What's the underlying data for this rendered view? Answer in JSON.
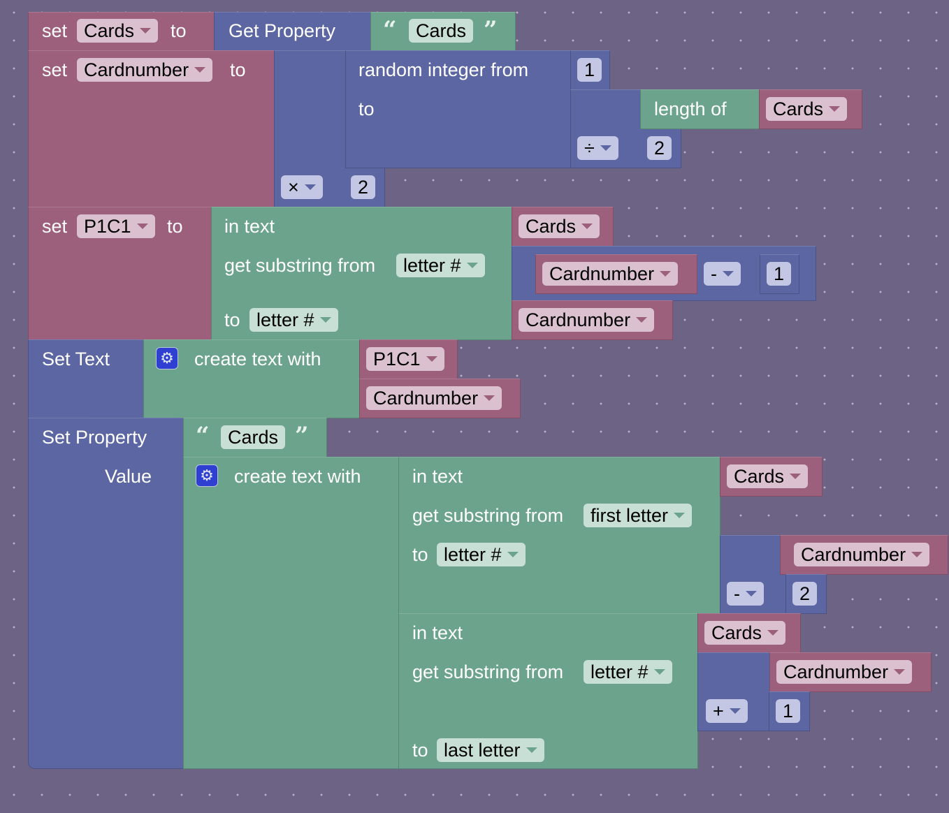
{
  "b1": {
    "set": "set",
    "var": "Cards",
    "to": "to"
  },
  "b2": {
    "label": "Get Property"
  },
  "b3": {
    "open": "“",
    "value": "Cards",
    "close": "”"
  },
  "b4": {
    "set": "set",
    "var": "Cardnumber",
    "to": "to"
  },
  "b5": {
    "op": "×",
    "num": "2"
  },
  "b6": {
    "line1": "random integer from",
    "line2": "to",
    "num": "1"
  },
  "b7": {
    "op": "÷",
    "num": "2",
    "length_of": "length of",
    "var": "Cards"
  },
  "b8": {
    "set": "set",
    "var": "P1C1",
    "to": "to"
  },
  "b9": {
    "in_text": "in text",
    "get_sub": "get substring from",
    "from_opt": "letter #",
    "to": "to",
    "to_opt": "letter #",
    "var1": "Cards",
    "var2": "Cardnumber",
    "op": "-",
    "num": "1",
    "var3": "Cardnumber"
  },
  "b10": {
    "label": "Set Text",
    "gear": "⚙",
    "create": "create text with",
    "var1": "P1C1",
    "var2": "Cardnumber"
  },
  "b11": {
    "label": "Set Property",
    "value": "Value",
    "open": "“",
    "text": "Cards",
    "close": "”",
    "gear": "⚙",
    "create": "create text with"
  },
  "b12": {
    "in_text": "in text",
    "get_sub": "get substring from",
    "from_opt": "first letter",
    "to": "to",
    "to_opt": "letter #",
    "var1": "Cards",
    "var2": "Cardnumber",
    "op": "-",
    "num": "2"
  },
  "b13": {
    "in_text": "in text",
    "get_sub": "get substring from",
    "from_opt": "letter #",
    "to": "to",
    "to_opt": "last letter",
    "var1": "Cards",
    "var2": "Cardnumber",
    "op": "+",
    "num": "1"
  }
}
